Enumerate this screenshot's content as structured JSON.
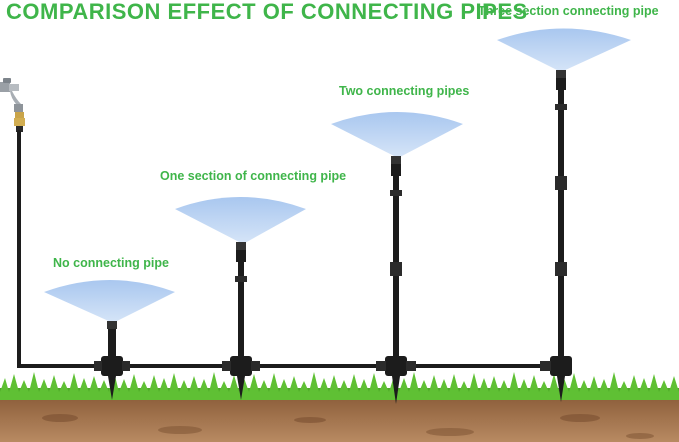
{
  "title": "COMPARISON EFFECT OF CONNECTING PIPES",
  "labels": {
    "three_section": "Three section connecting pipe",
    "two_pipes": "Two connecting pipes",
    "one_section": "One section of connecting pipe",
    "none": "No connecting pipe"
  },
  "colors": {
    "title_green": "#3fb54a",
    "spray_blue": "#b9d3f2",
    "pipe_black": "#1c1c1c",
    "grass_green": "#58b830",
    "soil_brown": "#a2744e"
  },
  "icons": {
    "faucet": "faucet-icon",
    "sprinkler": "sprinkler-nozzle-icon"
  }
}
